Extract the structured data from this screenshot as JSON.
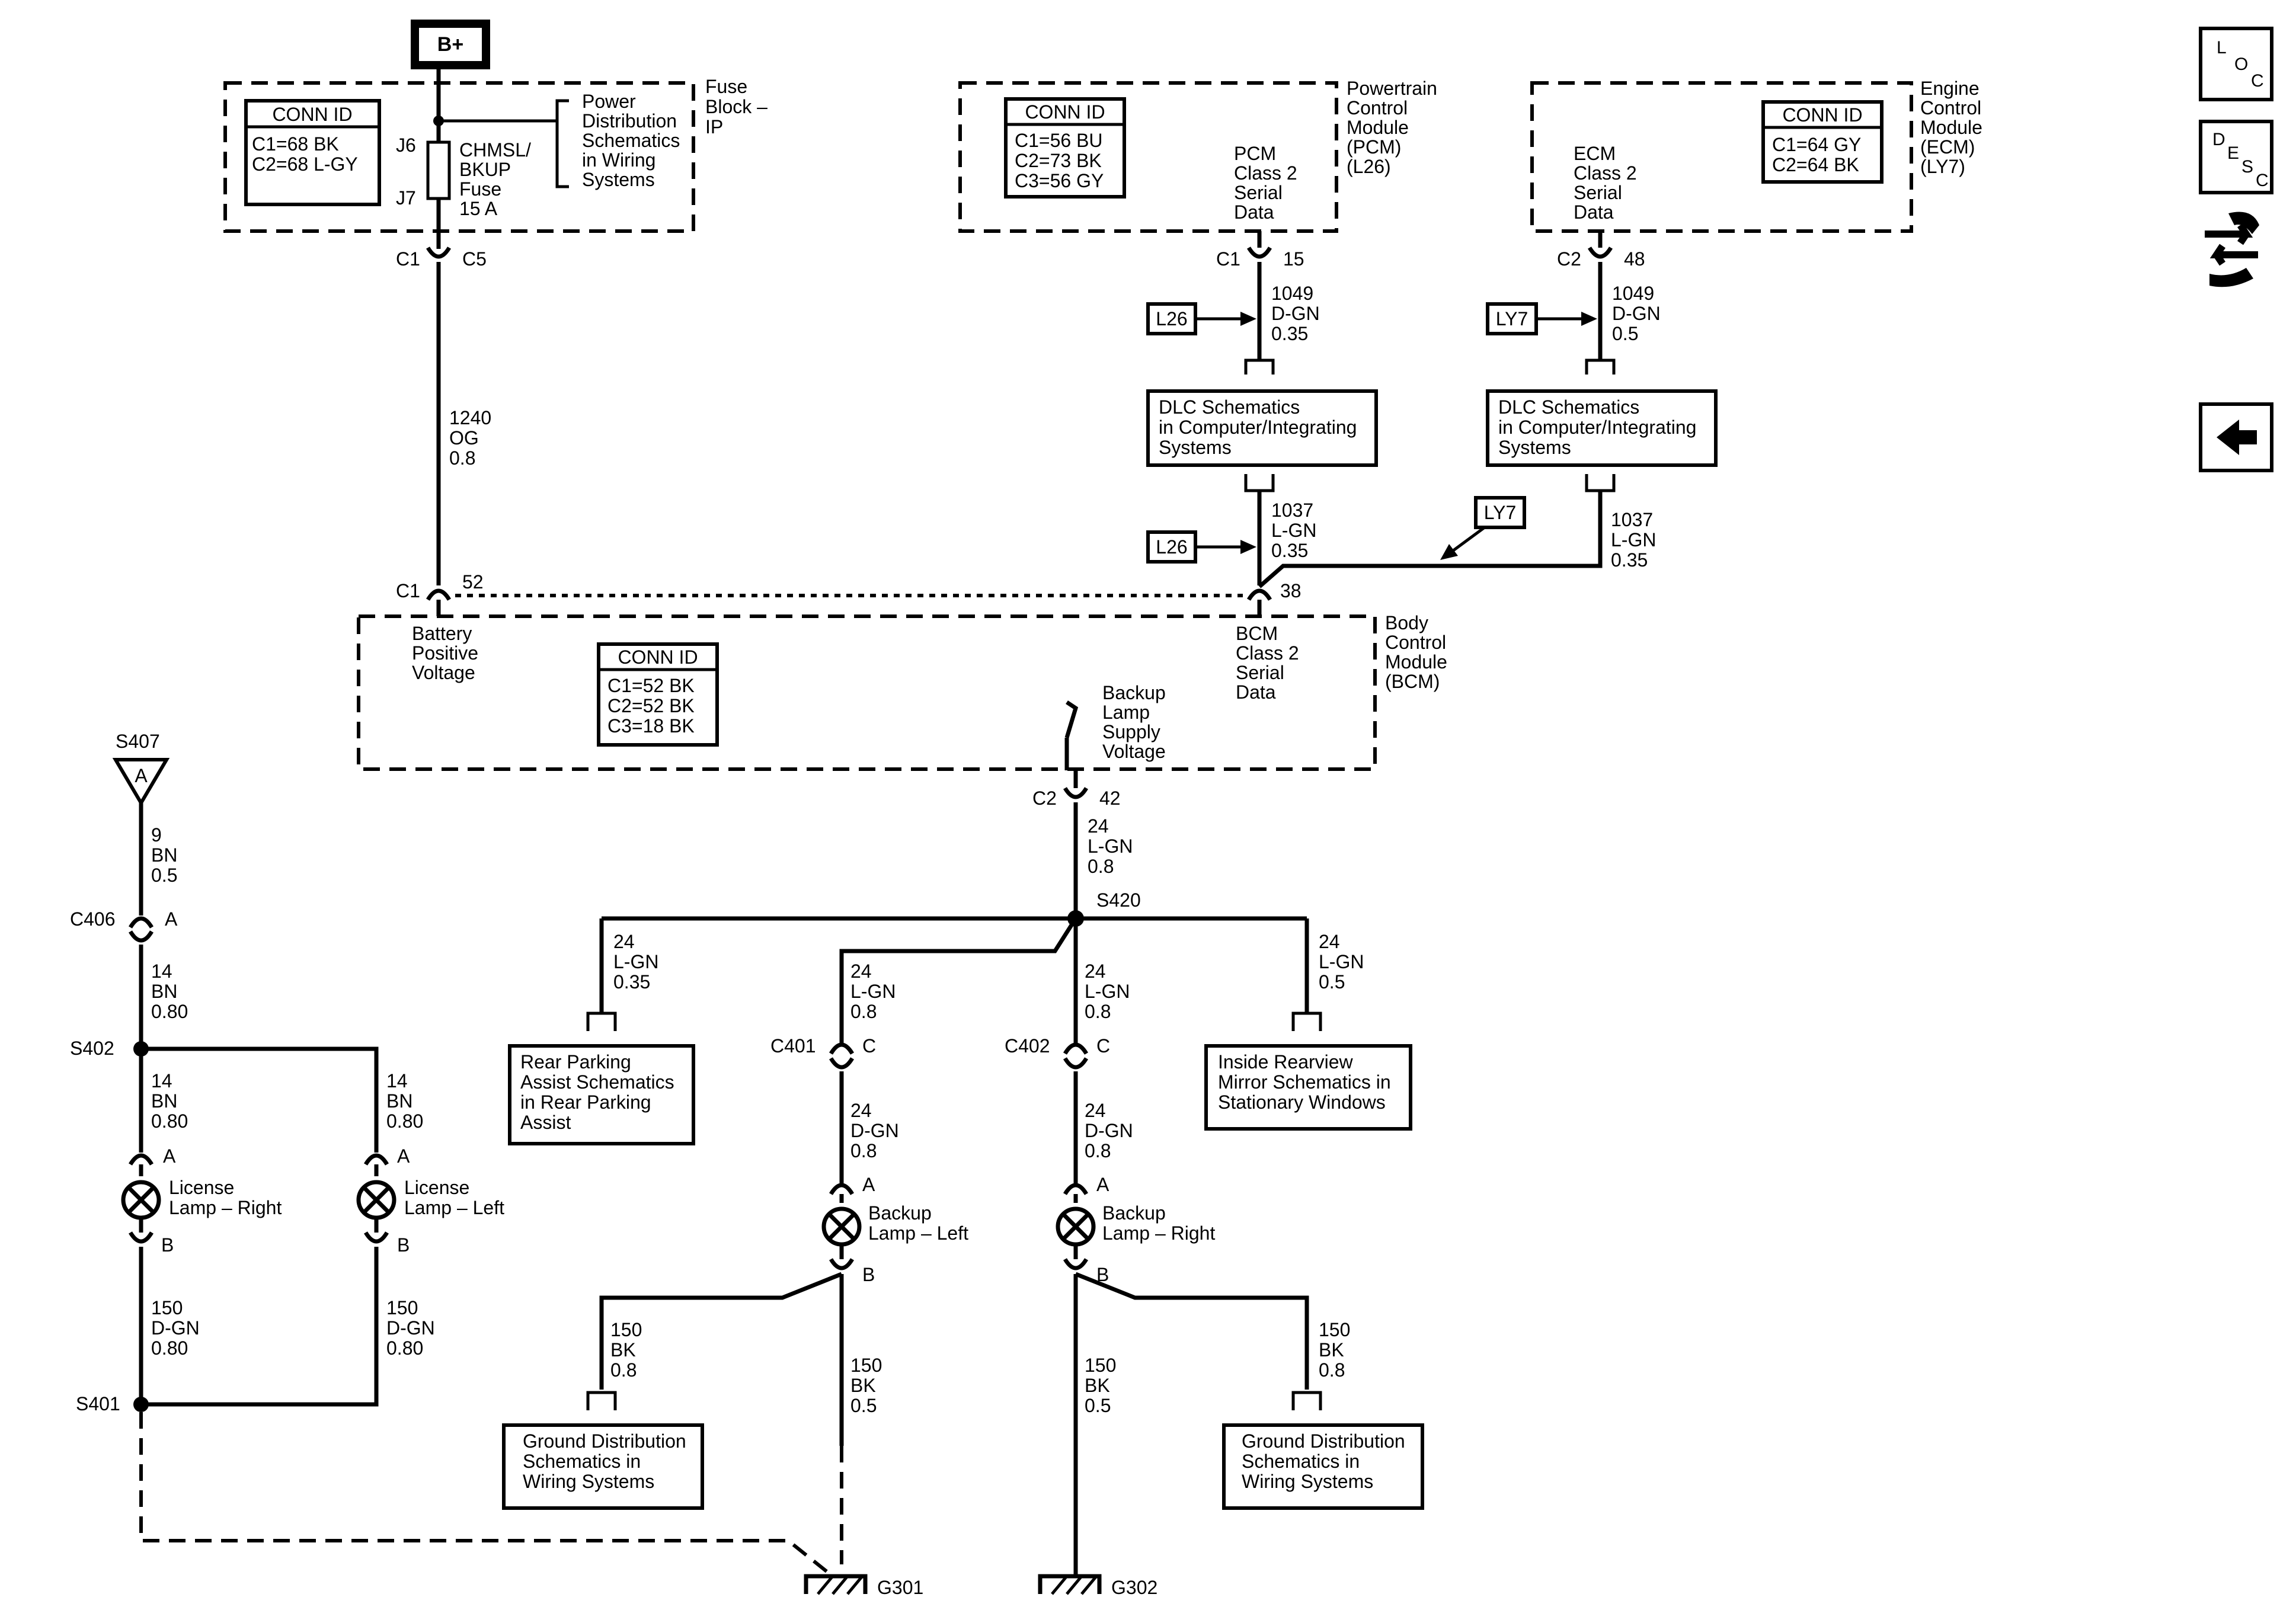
{
  "b_plus": "B+",
  "fuse_block": {
    "conn_id_title": "CONN ID",
    "conn_lines": [
      "C1=68 BK",
      "C2=68 L-GY"
    ],
    "name_lines": [
      "Fuse",
      "Block –",
      "IP"
    ],
    "power_dist_lines": [
      "Power",
      "Distribution",
      "Schematics",
      "in Wiring",
      "Systems"
    ],
    "fuse_lines": [
      "CHMSL/",
      "BKUP",
      "Fuse",
      "15 A"
    ],
    "j6": "J6",
    "j7": "J7",
    "conn_left": "C1",
    "conn_right": "C5"
  },
  "wire_1240": [
    "1240",
    "OG",
    "0.8"
  ],
  "pcm": {
    "conn_id_title": "CONN ID",
    "conn_lines": [
      "C1=56 BU",
      "C2=73 BK",
      "C3=56 GY"
    ],
    "module_lines": [
      "Powertrain",
      "Control",
      "Module",
      "(PCM)",
      "(L26)"
    ],
    "terminal_lines": [
      "PCM",
      "Class 2",
      "Serial",
      "Data"
    ],
    "conn_left": "C1",
    "conn_right": "15",
    "wire_upper": [
      "1049",
      "D-GN",
      "0.35"
    ],
    "tag_upper": "L26",
    "dlc_lines": [
      "DLC Schematics",
      "in Computer/Integrating",
      "Systems"
    ],
    "wire_lower": [
      "1037",
      "L-GN",
      "0.35"
    ],
    "tag_lower": "L26"
  },
  "ecm": {
    "conn_id_title": "CONN ID",
    "conn_lines": [
      "C1=64 GY",
      "C2=64 BK"
    ],
    "module_lines": [
      "Engine",
      "Control",
      "Module",
      "(ECM)",
      "(LY7)"
    ],
    "terminal_lines": [
      "ECM",
      "Class 2",
      "Serial",
      "Data"
    ],
    "conn_left": "C2",
    "conn_right": "48",
    "wire_upper": [
      "1049",
      "D-GN",
      "0.5"
    ],
    "tag_upper": "LY7",
    "dlc_lines": [
      "DLC Schematics",
      "in Computer/Integrating",
      "Systems"
    ],
    "wire_lower": [
      "1037",
      "L-GN",
      "0.35"
    ],
    "tag_lower": "LY7"
  },
  "bcm": {
    "conn_id_title": "CONN ID",
    "conn_lines": [
      "C1=52 BK",
      "C2=52 BK",
      "C3=18 BK"
    ],
    "module_lines": [
      "Body",
      "Control",
      "Module",
      "(BCM)"
    ],
    "batt_lines": [
      "Battery",
      "Positive",
      "Voltage"
    ],
    "batt_conn": "C1",
    "batt_pin": "52",
    "serial_lines": [
      "BCM",
      "Class 2",
      "Serial",
      "Data"
    ],
    "serial_pin": "38",
    "backup_lines": [
      "Backup",
      "Lamp",
      "Supply",
      "Voltage"
    ],
    "backup_conn": "C2",
    "backup_pin": "42"
  },
  "wire_24_main": [
    "24",
    "L-GN",
    "0.8"
  ],
  "s420": "S420",
  "rear_park": {
    "wire": [
      "24",
      "L-GN",
      "0.35"
    ],
    "box_lines": [
      "Rear Parking",
      "Assist Schematics",
      "in Rear Parking",
      "Assist"
    ]
  },
  "mirror": {
    "wire": [
      "24",
      "L-GN",
      "0.5"
    ],
    "box_lines": [
      "Inside Rearview",
      "Mirror Schematics in",
      "Stationary Windows"
    ]
  },
  "left_backup": {
    "wire_upper": [
      "24",
      "L-GN",
      "0.8"
    ],
    "conn": "C401",
    "conn_pin": "C",
    "wire_lower": [
      "24",
      "D-GN",
      "0.8"
    ],
    "pin_a": "A",
    "lamp_lines": [
      "Backup",
      "Lamp – Left"
    ],
    "pin_b": "B",
    "ground_wire_branch": [
      "150",
      "BK",
      "0.8"
    ],
    "ground_wire_main": [
      "150",
      "BK",
      "0.5"
    ],
    "ground_box_lines": [
      "Ground Distribution",
      "Schematics in",
      "Wiring Systems"
    ],
    "ground": "G301"
  },
  "right_backup": {
    "wire_upper": [
      "24",
      "L-GN",
      "0.8"
    ],
    "conn": "C402",
    "conn_pin": "C",
    "wire_lower": [
      "24",
      "D-GN",
      "0.8"
    ],
    "pin_a": "A",
    "lamp_lines": [
      "Backup",
      "Lamp – Right"
    ],
    "pin_b": "B",
    "ground_wire_branch": [
      "150",
      "BK",
      "0.8"
    ],
    "ground_wire_main": [
      "150",
      "BK",
      "0.5"
    ],
    "ground_box_lines": [
      "Ground Distribution",
      "Schematics in",
      "Wiring Systems"
    ],
    "ground": "G302"
  },
  "license": {
    "s407": "S407",
    "s407_letter": "A",
    "wire_9": [
      "9",
      "BN",
      "0.5"
    ],
    "c406": "C406",
    "c406_pin": "A",
    "wire_14_a": [
      "14",
      "BN",
      "0.80"
    ],
    "s402": "S402",
    "wire_14_right": [
      "14",
      "BN",
      "0.80"
    ],
    "wire_14_left": [
      "14",
      "BN",
      "0.80"
    ],
    "right_lamp_lines": [
      "License",
      "Lamp – Right"
    ],
    "left_lamp_lines": [
      "License",
      "Lamp – Left"
    ],
    "pin_a": "A",
    "pin_b": "B",
    "wire_150_right": [
      "150",
      "D-GN",
      "0.80"
    ],
    "wire_150_left": [
      "150",
      "D-GN",
      "0.80"
    ],
    "s401": "S401"
  },
  "sidebar": {
    "loc": [
      "L",
      "O",
      "C"
    ],
    "desc": [
      "D",
      "E",
      "S",
      "C"
    ]
  }
}
